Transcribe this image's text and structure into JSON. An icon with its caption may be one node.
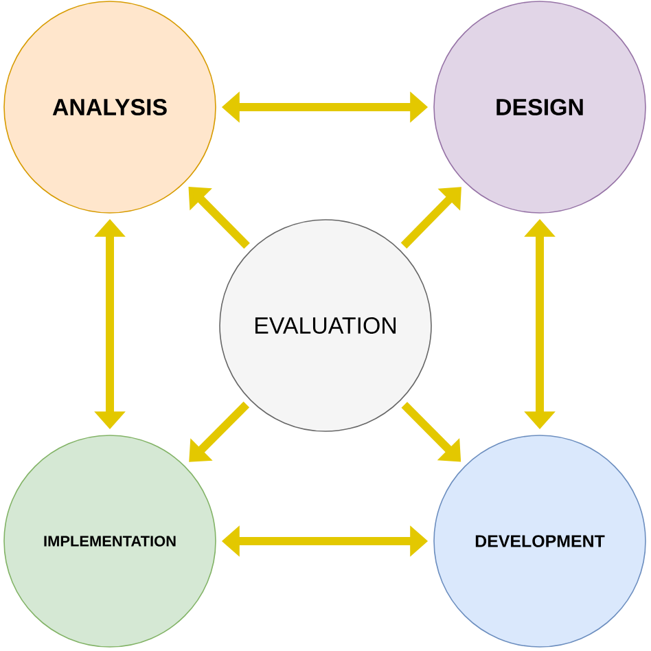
{
  "diagram": {
    "nodes": [
      {
        "text": [
          "ANALYSIS"
        ]
      },
      {
        "text": [
          "DESIGN"
        ]
      },
      {
        "text": [
          "EVALUATION"
        ]
      },
      {
        "text": [
          "IMPLEMENTATION"
        ]
      },
      {
        "text": [
          "DEVELOPMENT"
        ]
      }
    ],
    "edges": [
      {
        "from": 0,
        "to": 1,
        "arrow": "both"
      },
      {
        "from": 0,
        "to": 3,
        "arrow": "both"
      },
      {
        "from": 1,
        "to": 4,
        "arrow": "both"
      },
      {
        "from": 3,
        "to": 4,
        "arrow": "both"
      },
      {
        "from": 2,
        "to": 0,
        "arrow": "to"
      },
      {
        "from": 2,
        "to": 1,
        "arrow": "to"
      },
      {
        "from": 2,
        "to": 3,
        "arrow": "to"
      },
      {
        "from": 2,
        "to": 4,
        "arrow": "to"
      }
    ]
  }
}
